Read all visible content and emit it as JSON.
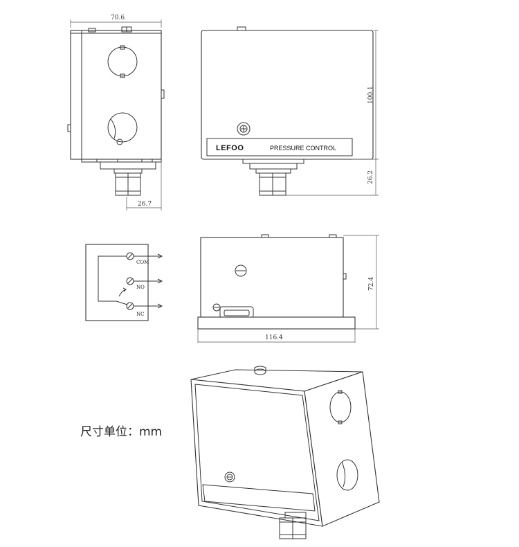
{
  "dimensions": {
    "side_width": "70.6",
    "side_bottom_offset": "26.7",
    "front_height": "100.1",
    "fitting_height": "26.2",
    "top_depth": "72.4",
    "top_width": "116.4"
  },
  "label": {
    "brand": "LEFOO",
    "product": "PRESSURE CONTROL"
  },
  "terminals": {
    "com": "COM",
    "no": "NO",
    "nc": "NC"
  },
  "caption": "尺寸单位：mm"
}
